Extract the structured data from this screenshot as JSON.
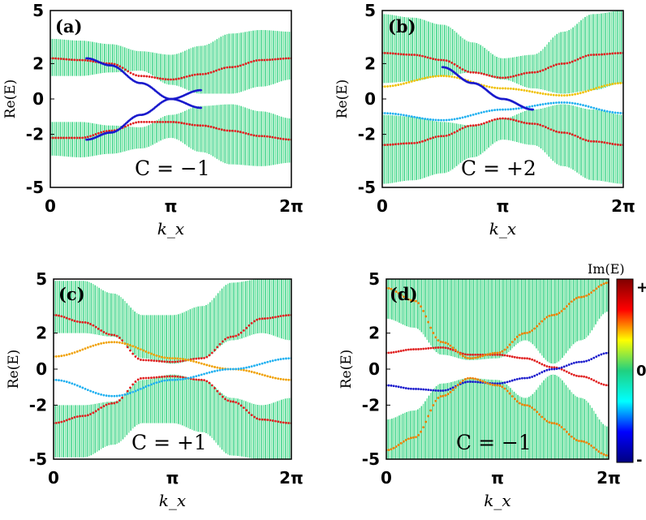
{
  "chart_data": [
    {
      "panel": "(a)",
      "annotation": "C = −1",
      "ylabel": "Re(E)",
      "xlabel": "k_x",
      "ylim": [
        -5,
        5
      ],
      "yticks": [
        "5",
        "2",
        "0",
        "-2",
        "-5"
      ],
      "xticks": [
        "0",
        "π",
        "2π"
      ],
      "bands": [
        {
          "name": "upper",
          "x_pi": [
            0,
            0.25,
            0.5,
            0.75,
            1.0,
            1.25,
            1.5,
            1.75,
            2.0
          ],
          "lower": [
            1.3,
            1.3,
            1.5,
            1.6,
            0.8,
            0.3,
            0.3,
            0.7,
            1.1
          ],
          "upper": [
            3.4,
            3.3,
            3.1,
            2.7,
            2.5,
            3.0,
            3.7,
            3.9,
            3.8
          ]
        },
        {
          "name": "lower",
          "x_pi": [
            0,
            0.25,
            0.5,
            0.75,
            1.0,
            1.25,
            1.5,
            1.75,
            2.0
          ],
          "lower": [
            -3.2,
            -3.3,
            -3.1,
            -2.8,
            -2.2,
            -3.0,
            -3.7,
            -3.8,
            -3.6
          ],
          "upper": [
            -1.3,
            -1.3,
            -1.5,
            -1.6,
            -0.9,
            -0.4,
            -0.3,
            -0.7,
            -1.1
          ]
        }
      ],
      "edge_states": [
        {
          "x_pi": [
            0,
            0.25,
            0.5,
            0.75,
            1.0,
            1.25,
            1.5,
            1.75,
            2.0
          ],
          "y": [
            2.3,
            2.2,
            2.0,
            1.3,
            1.1,
            1.4,
            1.8,
            2.2,
            2.3
          ],
          "color": "#e02020"
        },
        {
          "x_pi": [
            0,
            0.25,
            0.5,
            0.75,
            1.0,
            1.25,
            1.5,
            1.75,
            2.0
          ],
          "y": [
            -2.2,
            -2.2,
            -1.8,
            -1.3,
            -1.3,
            -1.5,
            -1.8,
            -2.1,
            -2.3
          ],
          "color": "#e02020"
        },
        {
          "x_pi": [
            0.3,
            0.5,
            0.75,
            1.0,
            1.25
          ],
          "y": [
            2.3,
            1.9,
            0.9,
            0.0,
            -0.5
          ],
          "color": "#1a1acc"
        },
        {
          "x_pi": [
            0.3,
            0.5,
            0.75,
            1.0,
            1.25
          ],
          "y": [
            -2.3,
            -1.9,
            -0.9,
            0.0,
            0.5
          ],
          "color": "#1a1acc"
        }
      ]
    },
    {
      "panel": "(b)",
      "annotation": "C = +2",
      "ylabel": "Re(E)",
      "xlabel": "k_x",
      "ylim": [
        -5,
        5
      ],
      "yticks": [
        "5",
        "2",
        "0",
        "-2",
        "-5"
      ],
      "xticks": [
        "0",
        "π",
        "2π"
      ],
      "bands": [
        {
          "name": "upper",
          "x_pi": [
            0,
            0.25,
            0.5,
            0.75,
            1.0,
            1.25,
            1.5,
            1.75,
            2.0
          ],
          "lower": [
            0.9,
            1.0,
            1.3,
            1.5,
            1.1,
            0.6,
            0.3,
            0.5,
            0.9
          ],
          "upper": [
            4.8,
            4.6,
            4.2,
            3.2,
            2.3,
            2.5,
            3.8,
            4.8,
            5.0
          ]
        },
        {
          "name": "lower",
          "x_pi": [
            0,
            0.25,
            0.5,
            0.75,
            1.0,
            1.25,
            1.5,
            1.75,
            2.0
          ],
          "lower": [
            -4.8,
            -4.6,
            -4.2,
            -3.3,
            -2.3,
            -2.6,
            -3.8,
            -4.6,
            -4.8
          ],
          "upper": [
            -0.9,
            -1.0,
            -1.3,
            -1.5,
            -1.1,
            -0.6,
            -0.3,
            -0.6,
            -0.9
          ]
        }
      ],
      "edge_states": [
        {
          "x_pi": [
            0,
            0.25,
            0.5,
            0.75,
            1.0,
            1.25,
            1.5,
            1.75,
            2.0
          ],
          "y": [
            2.6,
            2.5,
            2.2,
            1.5,
            1.2,
            1.5,
            2.0,
            2.5,
            2.6
          ],
          "color": "#e02020"
        },
        {
          "x_pi": [
            0,
            0.25,
            0.5,
            0.75,
            1.0,
            1.25,
            1.5,
            1.75,
            2.0
          ],
          "y": [
            -2.6,
            -2.5,
            -2.1,
            -1.5,
            -1.1,
            -1.4,
            -1.9,
            -2.4,
            -2.6
          ],
          "color": "#e02020"
        },
        {
          "x_pi": [
            0,
            0.5,
            1.0,
            1.5,
            2.0
          ],
          "y": [
            0.7,
            1.3,
            0.6,
            0.2,
            0.9
          ],
          "color": "#f0c000"
        },
        {
          "x_pi": [
            0,
            0.5,
            1.0,
            1.5,
            2.0
          ],
          "y": [
            -0.8,
            -1.2,
            -0.6,
            -0.2,
            -0.8
          ],
          "color": "#20b0f0"
        },
        {
          "x_pi": [
            0.5,
            0.75,
            1.0,
            1.25
          ],
          "y": [
            1.8,
            0.9,
            0.0,
            -0.6
          ],
          "color": "#1a1acc"
        }
      ]
    },
    {
      "panel": "(c)",
      "annotation": "C = +1",
      "ylabel": "Re(E)",
      "xlabel": "k_x",
      "ylim": [
        -5,
        5
      ],
      "yticks": [
        "5",
        "2",
        "0",
        "-2",
        "-5"
      ],
      "xticks": [
        "0",
        "π",
        "2π"
      ],
      "bands": [
        {
          "name": "upper",
          "x_pi": [
            0,
            0.25,
            0.5,
            0.75,
            1.0,
            1.25,
            1.5,
            1.75,
            2.0
          ],
          "lower": [
            2.0,
            2.0,
            1.8,
            0.6,
            0.3,
            0.6,
            1.6,
            2.0,
            1.6
          ],
          "upper": [
            4.9,
            4.9,
            4.2,
            3.0,
            3.0,
            3.5,
            4.8,
            5.0,
            5.0
          ]
        },
        {
          "name": "lower",
          "x_pi": [
            0,
            0.25,
            0.5,
            0.75,
            1.0,
            1.25,
            1.5,
            1.75,
            2.0
          ],
          "lower": [
            -4.9,
            -4.9,
            -4.2,
            -3.0,
            -3.0,
            -3.5,
            -4.8,
            -5.0,
            -5.0
          ],
          "upper": [
            -2.0,
            -2.0,
            -1.8,
            -0.6,
            -0.3,
            -0.6,
            -1.6,
            -2.0,
            -1.6
          ]
        }
      ],
      "edge_states": [
        {
          "x_pi": [
            0,
            0.25,
            0.5,
            0.75,
            1.0,
            1.25,
            1.5,
            1.75,
            2.0
          ],
          "y": [
            3.0,
            2.6,
            1.9,
            0.5,
            0.4,
            0.6,
            1.8,
            2.8,
            3.0
          ],
          "color": "#e02020"
        },
        {
          "x_pi": [
            0,
            0.25,
            0.5,
            0.75,
            1.0,
            1.25,
            1.5,
            1.75,
            2.0
          ],
          "y": [
            -3.0,
            -2.6,
            -1.9,
            -0.5,
            -0.4,
            -0.6,
            -1.8,
            -2.8,
            -3.0
          ],
          "color": "#e02020"
        },
        {
          "x_pi": [
            0,
            0.5,
            1.0,
            1.5,
            2.0
          ],
          "y": [
            0.7,
            1.5,
            0.6,
            0.0,
            -0.6
          ],
          "color": "#f0a000"
        },
        {
          "x_pi": [
            0,
            0.5,
            1.0,
            1.5,
            2.0
          ],
          "y": [
            -0.6,
            -1.5,
            -0.6,
            0.0,
            0.6
          ],
          "color": "#20b0f0"
        }
      ]
    },
    {
      "panel": "(d)",
      "annotation": "C = −1",
      "ylabel": "Re(E)",
      "xlabel": "k_x",
      "ylim": [
        -5,
        5
      ],
      "yticks": [
        "5",
        "2",
        "0",
        "-2",
        "-5"
      ],
      "xticks": [
        "0",
        "π",
        "2π"
      ],
      "bands": [
        {
          "name": "upper",
          "x_pi": [
            0,
            0.25,
            0.5,
            0.75,
            1.0,
            1.25,
            1.5,
            1.75,
            2.0
          ],
          "lower": [
            2.8,
            2.3,
            0.8,
            0.5,
            0.6,
            1.6,
            0.3,
            1.6,
            3.2
          ],
          "upper": [
            5.0,
            5.0,
            5.0,
            5.0,
            5.0,
            5.0,
            5.0,
            5.0,
            5.0
          ]
        },
        {
          "name": "lower",
          "x_pi": [
            0,
            0.25,
            0.5,
            0.75,
            1.0,
            1.25,
            1.5,
            1.75,
            2.0
          ],
          "lower": [
            -5.0,
            -5.0,
            -5.0,
            -5.0,
            -5.0,
            -5.0,
            -5.0,
            -5.0,
            -5.0
          ],
          "upper": [
            -2.8,
            -2.3,
            -0.8,
            -0.5,
            -0.6,
            -1.6,
            -0.3,
            -1.6,
            -3.2
          ]
        }
      ],
      "edge_states": [
        {
          "x_pi": [
            0,
            0.25,
            0.5,
            0.75,
            1.0,
            1.25,
            1.5,
            1.75,
            2.0
          ],
          "y": [
            0.9,
            1.1,
            1.2,
            0.8,
            0.8,
            0.6,
            0.1,
            -0.4,
            -0.9
          ],
          "color": "#e02020"
        },
        {
          "x_pi": [
            0,
            0.25,
            0.5,
            0.75,
            1.0,
            1.25,
            1.5,
            1.75,
            2.0
          ],
          "y": [
            -0.9,
            -1.1,
            -1.2,
            -0.7,
            -0.8,
            -0.5,
            0.0,
            0.4,
            0.9
          ],
          "color": "#1a1acc"
        },
        {
          "x_pi": [
            0,
            0.25,
            0.5,
            0.75,
            1.0,
            1.25,
            1.5,
            1.75,
            2.0
          ],
          "y": [
            -4.5,
            -3.8,
            -1.5,
            -0.5,
            -0.9,
            -2.0,
            -3.0,
            -4.0,
            -4.8
          ],
          "color": "#f08000"
        },
        {
          "x_pi": [
            0,
            0.25,
            0.5,
            0.75,
            1.0,
            1.25,
            1.5,
            1.75,
            2.0
          ],
          "y": [
            4.5,
            3.8,
            1.5,
            0.6,
            0.9,
            2.0,
            3.0,
            4.0,
            4.8
          ],
          "color": "#f08000"
        }
      ]
    }
  ],
  "colorbar": {
    "label": "Im(E)",
    "top": "+",
    "middle": "0",
    "bottom": "-",
    "colors": [
      "#800000",
      "#ff0000",
      "#ffff00",
      "#20d080",
      "#00ffff",
      "#0000ff",
      "#000080"
    ]
  }
}
